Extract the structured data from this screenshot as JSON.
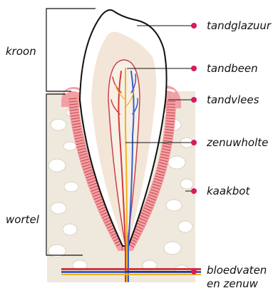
{
  "labels": {
    "tandglazuur": "tandglazuur",
    "tandbeen": "tandbeen",
    "tandvlees": "tandvlees",
    "zenuwholte": "zenuwholte",
    "kaakbot": "kaakbot",
    "bloedvaten_line1": "bloedvaten",
    "bloedvaten_line2": "en zenuw",
    "kroon": "kroon",
    "wortel": "wortel"
  },
  "colors": {
    "marker": "#d81b60",
    "gum": "#f2a0a4",
    "gum_dark": "#c8424c",
    "dentin": "#f3e6d8",
    "bone": "#efe9dd",
    "pulp": "#f8f0e6",
    "vessel_red": "#d23a3a",
    "vessel_blue": "#3a5fc8",
    "nerve_yellow": "#f2b21e"
  }
}
